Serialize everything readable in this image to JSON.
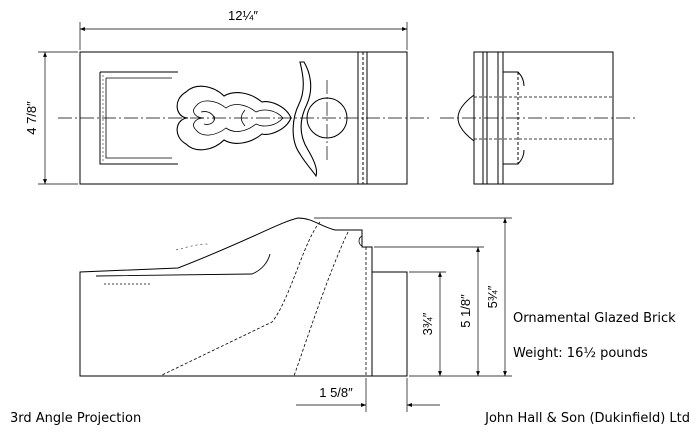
{
  "dimensions": {
    "overall_length": "12¼″",
    "height_plan": "4 7/8″",
    "height_total": "5¾″",
    "height_mid": "5 1/8″",
    "height_low": "3¾″",
    "offset": "1 5/8″"
  },
  "annotations": {
    "part_name": "Ornamental Glazed Brick",
    "weight": "Weight: 16½ pounds",
    "projection": "3rd Angle Projection",
    "manufacturer": "John Hall & Son (Dukinfield) Ltd"
  }
}
